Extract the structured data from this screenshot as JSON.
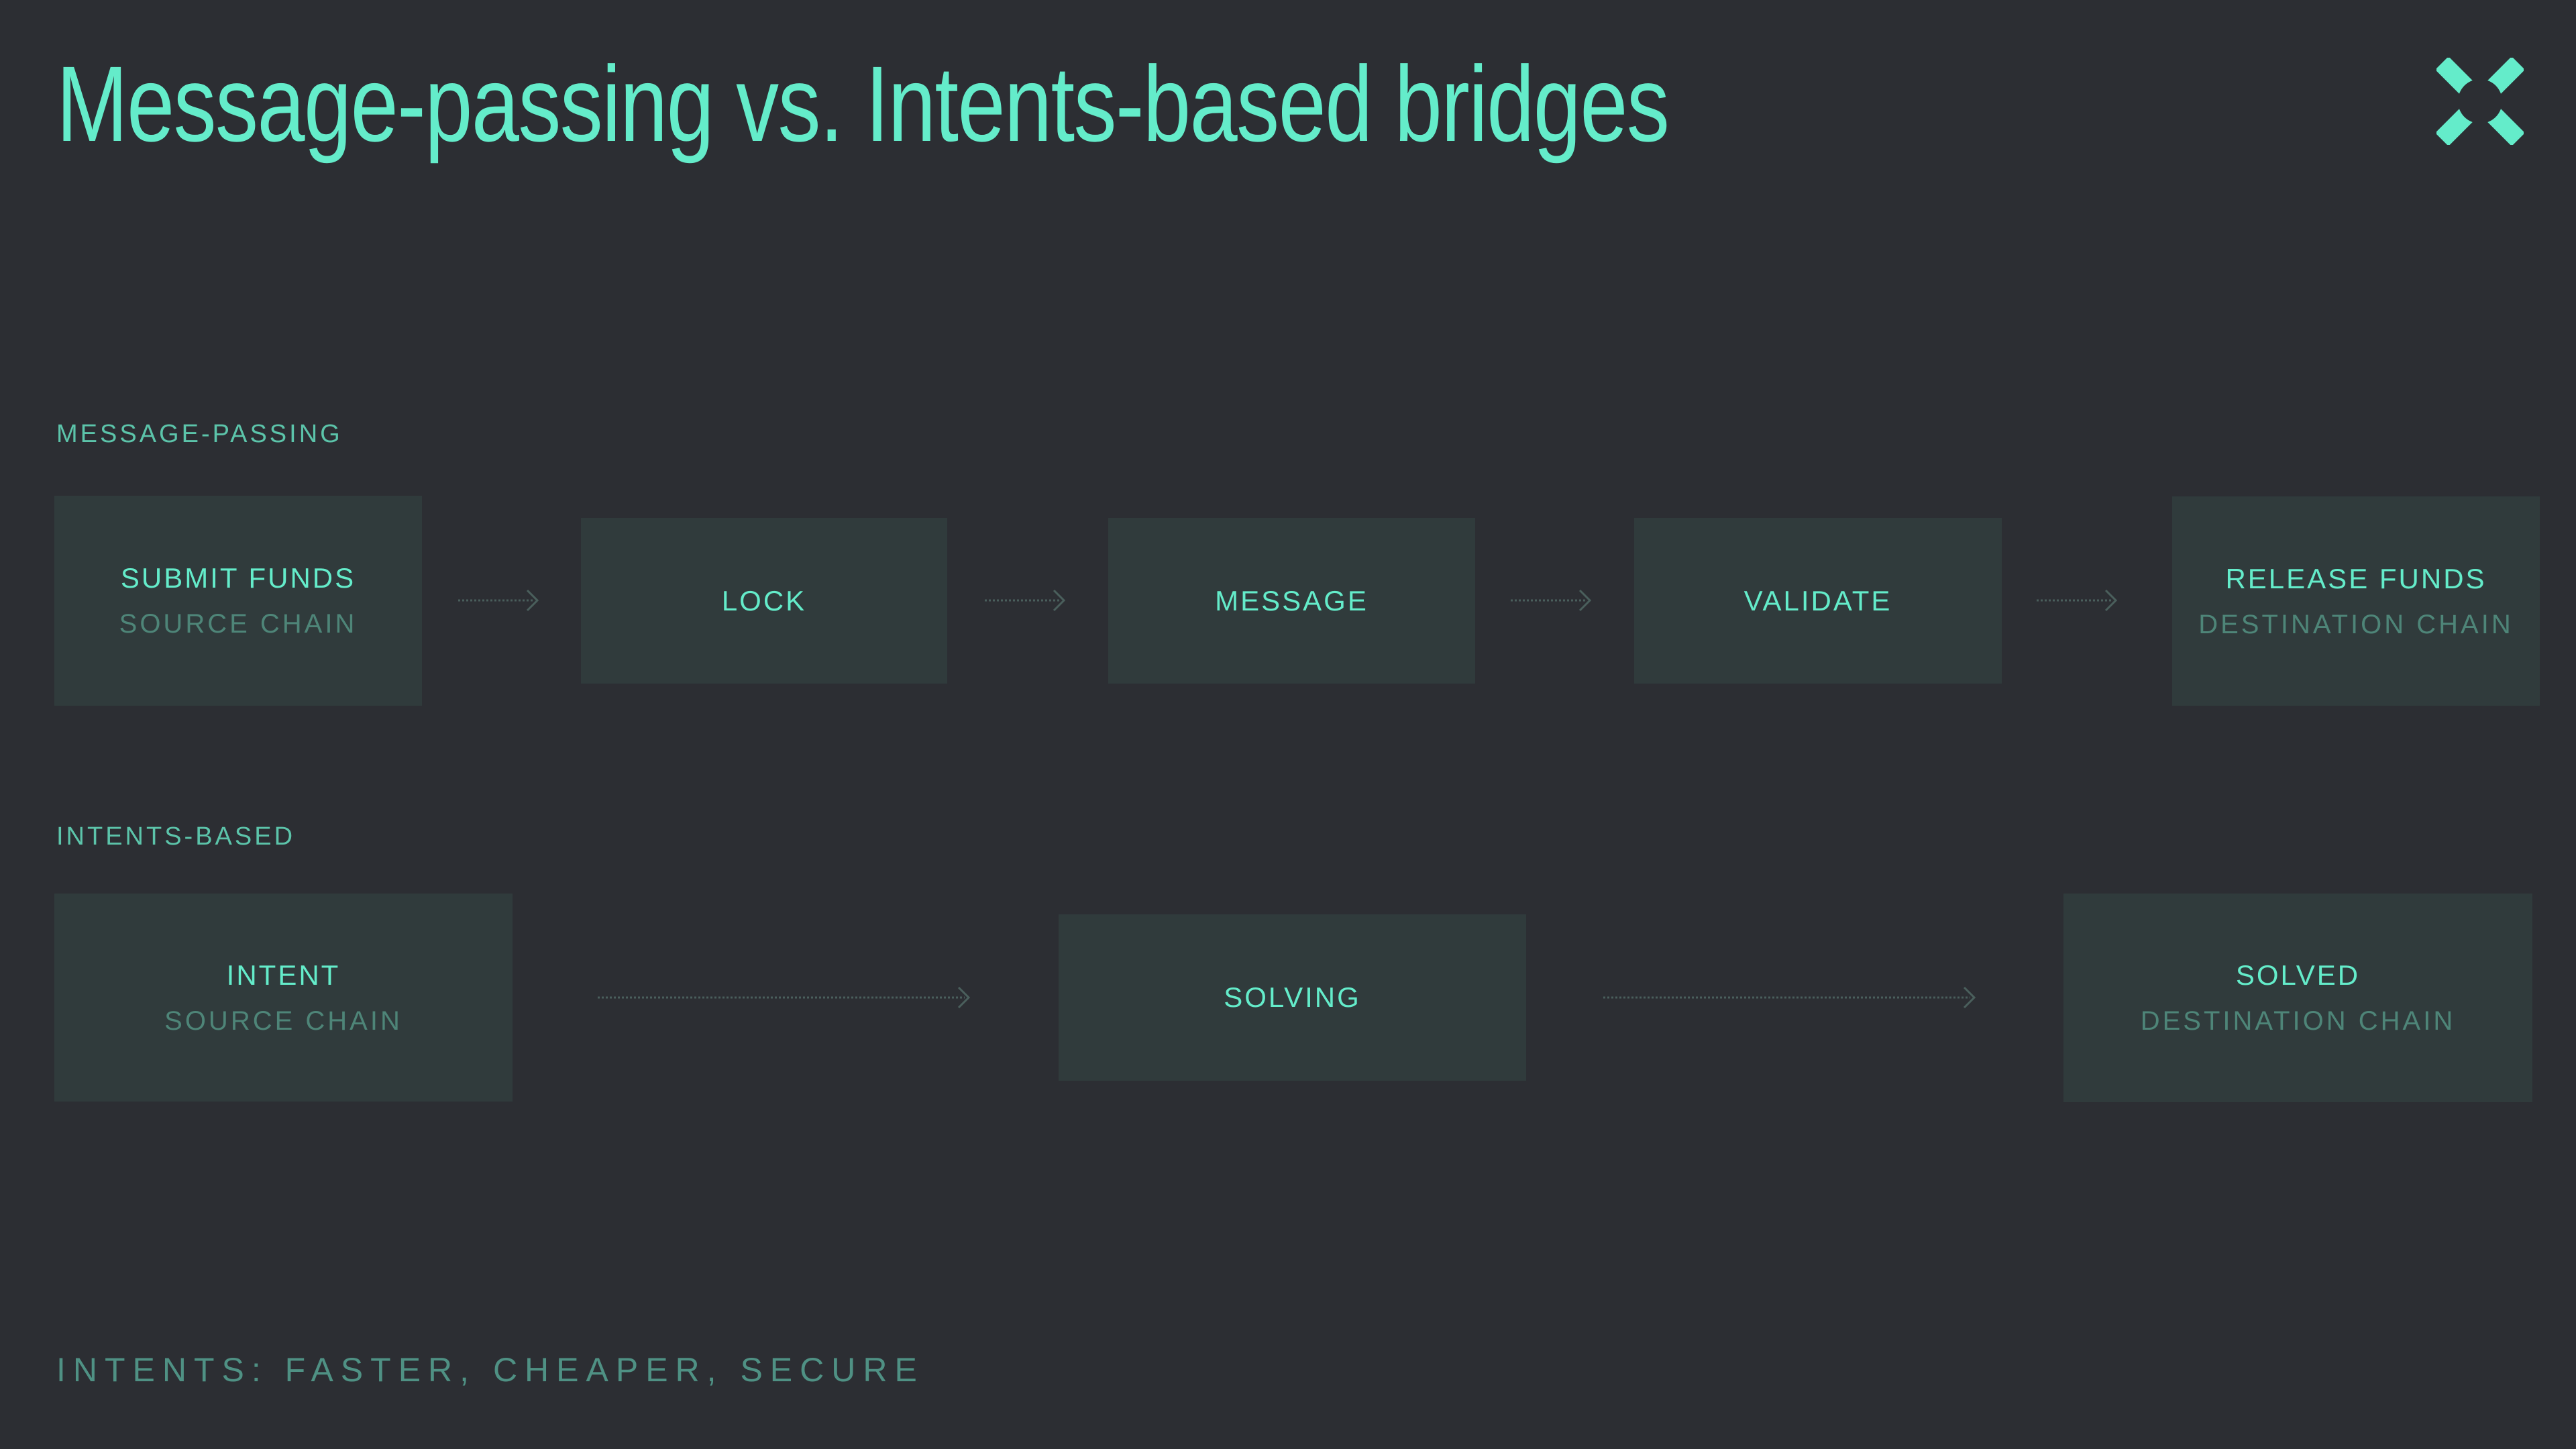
{
  "title": "Message-passing vs. Intents-based bridges",
  "logo": {
    "icon": "x-mark-logo"
  },
  "colors": {
    "bg": "#2c2e33",
    "box": "#303b3c",
    "accent": "#64ecca",
    "label": "#5cc4aa",
    "dim": "#4e8578",
    "arrow": "#4a5f5c",
    "footer": "#4f9184"
  },
  "sections": [
    {
      "label": "MESSAGE-PASSING",
      "nodes": [
        {
          "title": "SUBMIT FUNDS",
          "subtitle": "SOURCE CHAIN"
        },
        {
          "title": "LOCK"
        },
        {
          "title": "MESSAGE"
        },
        {
          "title": "VALIDATE"
        },
        {
          "title": "RELEASE FUNDS",
          "subtitle": "DESTINATION CHAIN"
        }
      ]
    },
    {
      "label": "INTENTS-BASED",
      "nodes": [
        {
          "title": "INTENT",
          "subtitle": "SOURCE CHAIN"
        },
        {
          "title": "SOLVING"
        },
        {
          "title": "SOLVED",
          "subtitle": "DESTINATION CHAIN"
        }
      ]
    }
  ],
  "footer": "INTENTS: FASTER, CHEAPER, SECURE"
}
